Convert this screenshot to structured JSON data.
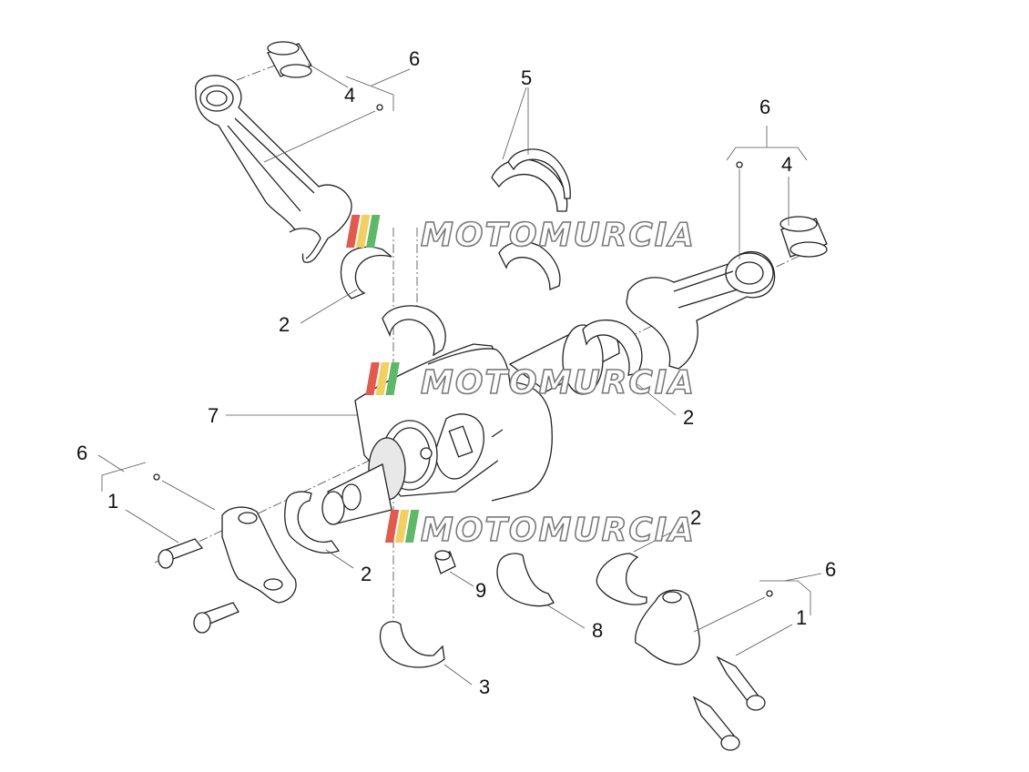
{
  "diagram": {
    "callouts": [
      {
        "id": "c6-a",
        "text": "6"
      },
      {
        "id": "c4-a",
        "text": "4"
      },
      {
        "id": "c5",
        "text": "5"
      },
      {
        "id": "c6-b",
        "text": "6"
      },
      {
        "id": "c4-b",
        "text": "4"
      },
      {
        "id": "c2-a",
        "text": "2"
      },
      {
        "id": "c7",
        "text": "7"
      },
      {
        "id": "c2-b",
        "text": "2"
      },
      {
        "id": "c6-c",
        "text": "6"
      },
      {
        "id": "c1-a",
        "text": "1"
      },
      {
        "id": "c2-c",
        "text": "2"
      },
      {
        "id": "c2-d",
        "text": "2"
      },
      {
        "id": "c9",
        "text": "9"
      },
      {
        "id": "c6-d",
        "text": "6"
      },
      {
        "id": "c1-b",
        "text": "1"
      },
      {
        "id": "c8",
        "text": "8"
      },
      {
        "id": "c3",
        "text": "3"
      }
    ],
    "watermark": "MOTOMURCIA",
    "colors": {
      "line": "#222222",
      "wm_red": "#e05a4e",
      "wm_yellow": "#f0d062",
      "wm_green": "#5db86a"
    }
  }
}
